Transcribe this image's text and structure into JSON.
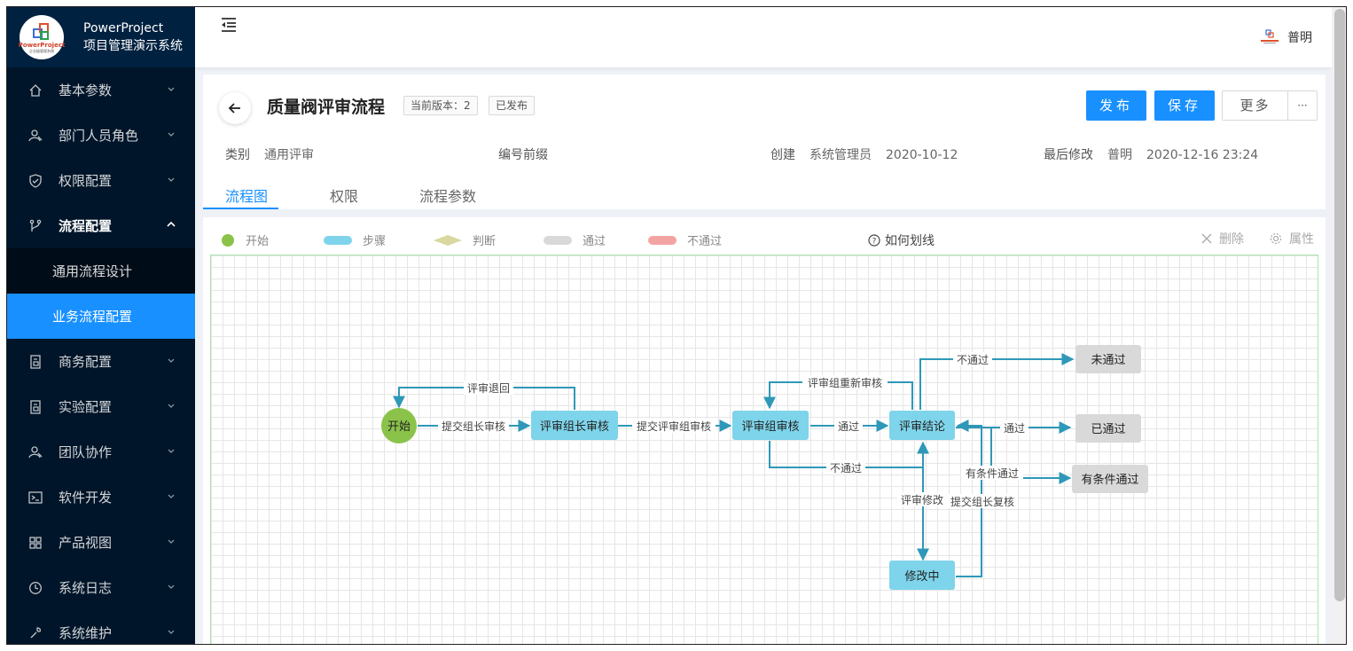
{
  "app": {
    "name": "PowerProject",
    "subtitle": "项目管理演示系统",
    "logo_text": "PowerProject",
    "logo_subtext": "企业级管理系统"
  },
  "sidebar": {
    "items": [
      {
        "label": "基本参数",
        "icon": "home-icon"
      },
      {
        "label": "部门人员角色",
        "icon": "user-group-icon"
      },
      {
        "label": "权限配置",
        "icon": "shield-icon"
      },
      {
        "label": "流程配置",
        "icon": "branch-icon",
        "open": true,
        "children": [
          {
            "label": "通用流程设计"
          },
          {
            "label": "业务流程配置",
            "active": true
          }
        ]
      },
      {
        "label": "商务配置",
        "icon": "file-icon"
      },
      {
        "label": "实验配置",
        "icon": "file-icon"
      },
      {
        "label": "团队协作",
        "icon": "user-group-icon"
      },
      {
        "label": "软件开发",
        "icon": "terminal-icon"
      },
      {
        "label": "产品视图",
        "icon": "grid-icon"
      },
      {
        "label": "系统日志",
        "icon": "clock-icon"
      },
      {
        "label": "系统维护",
        "icon": "tool-icon"
      }
    ]
  },
  "header": {
    "user_name": "普明"
  },
  "page": {
    "title": "质量阀评审流程",
    "version_tag": "当前版本：2",
    "status_tag": "已发布",
    "publish_label": "发布",
    "save_label": "保存",
    "more_label": "更多",
    "more_ellipsis": "···",
    "meta": {
      "category_key": "类别",
      "category_value": "通用评审",
      "prefix_key": "编号前缀",
      "created_key": "创建",
      "created_by": "系统管理员",
      "created_date": "2020-10-12",
      "modified_key": "最后修改",
      "modified_by": "普明",
      "modified_date": "2020-12-16 23:24"
    },
    "tabs": [
      "流程图",
      "权限",
      "流程参数"
    ],
    "active_tab": 0
  },
  "legend": {
    "start": "开始",
    "step": "步骤",
    "decision": "判断",
    "pass": "通过",
    "fail": "不通过",
    "help": "如何划线",
    "delete": "删除",
    "properties": "属性"
  },
  "colors": {
    "primary": "#1890ff",
    "sidebar_bg": "#001529",
    "start_node": "#8bc34a",
    "step_node": "#7ed4ea",
    "decision": "#d8d8a0",
    "pass": "#d9d9d9",
    "fail": "#f4a3a3",
    "edge": "#2e98b8"
  },
  "flow": {
    "nodes": {
      "start": "开始",
      "leader_review": "评审组长审核",
      "group_review": "评审组审核",
      "conclusion": "评审结论",
      "modifying": "修改中",
      "not_passed": "未通过",
      "passed": "已通过",
      "conditional_passed": "有条件通过"
    },
    "edges": {
      "submit_leader": "提交组长审核",
      "review_return": "评审退回",
      "submit_group": "提交评审组审核",
      "pass1": "通过",
      "fail1": "不通过",
      "group_rereview": "评审组重新审核",
      "fail2": "不通过",
      "pass2": "通过",
      "conditional": "有条件通过",
      "review_modify": "评审修改",
      "submit_recheck": "提交组长复核"
    }
  }
}
